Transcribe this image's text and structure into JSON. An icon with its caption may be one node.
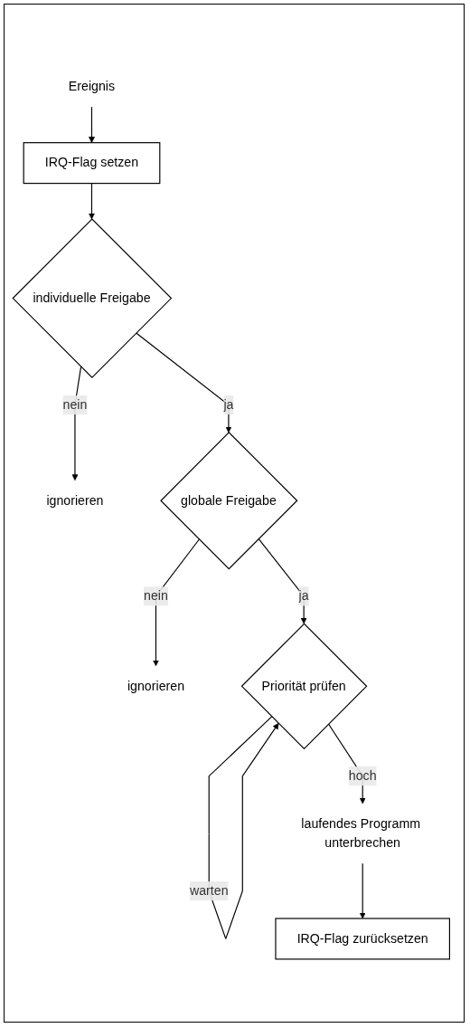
{
  "diagram": {
    "nodes": [
      {
        "text": [
          "Ereignis"
        ]
      },
      {
        "text": [
          "IRQ-Flag setzen"
        ]
      },
      {
        "text": [
          "individuelle Freigabe"
        ]
      },
      {
        "text": [
          "ignorieren"
        ]
      },
      {
        "text": [
          "globale Freigabe"
        ]
      },
      {
        "text": [
          "ignorieren"
        ]
      },
      {
        "text": [
          "Priorität prüfen"
        ]
      },
      {
        "text": [
          "laufendes Programm unterbrechen"
        ]
      },
      {
        "text": [
          "IRQ-Flag zurücksetzen"
        ]
      }
    ],
    "edges": [
      {
        "from": 0,
        "to": 1,
        "arrow": "to"
      },
      {
        "from": 1,
        "to": 2,
        "arrow": "to"
      },
      {
        "from": 2,
        "to": 3,
        "label": "nein",
        "arrow": "to"
      },
      {
        "from": 2,
        "to": 4,
        "label": "ja",
        "arrow": "to"
      },
      {
        "from": 4,
        "to": 5,
        "label": "nein",
        "arrow": "to"
      },
      {
        "from": 4,
        "to": 6,
        "label": "ja",
        "arrow": "to"
      },
      {
        "from": 6,
        "to": 6,
        "label": "warten",
        "arrow": "to"
      },
      {
        "from": 6,
        "to": 7,
        "label": "hoch",
        "arrow": "to"
      },
      {
        "from": 7,
        "to": 8,
        "arrow": "to"
      }
    ]
  }
}
